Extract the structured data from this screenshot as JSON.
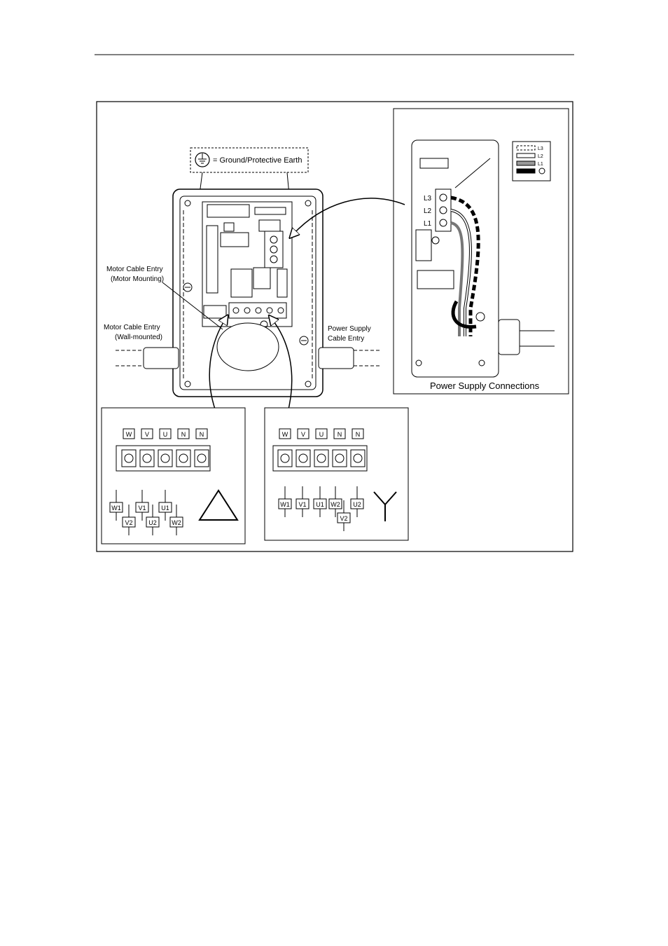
{
  "legend": {
    "ground_label": "= Ground/Protective Earth"
  },
  "labels": {
    "motor_entry_motor": [
      "Motor Cable Entry",
      "(Motor Mounting)"
    ],
    "motor_entry_wall": [
      "Motor Cable Entry",
      "(Wall-mounted)"
    ],
    "power_entry": [
      "Power Supply",
      "Cable Entry"
    ],
    "power_caption": "Power Supply Connections"
  },
  "power_terminals": [
    "L3",
    "L2",
    "L1"
  ],
  "wire_key": [
    "L3",
    "L2",
    "L1"
  ],
  "delta": {
    "terminals": [
      "W",
      "V",
      "U",
      "N",
      "N"
    ],
    "wires": [
      "W1",
      "V2",
      "V1",
      "U2",
      "U1",
      "W2"
    ]
  },
  "star": {
    "terminals": [
      "W",
      "V",
      "U",
      "N",
      "N"
    ],
    "wires": [
      "W1",
      "V1",
      "U1",
      "W2",
      "V2",
      "U2"
    ]
  }
}
